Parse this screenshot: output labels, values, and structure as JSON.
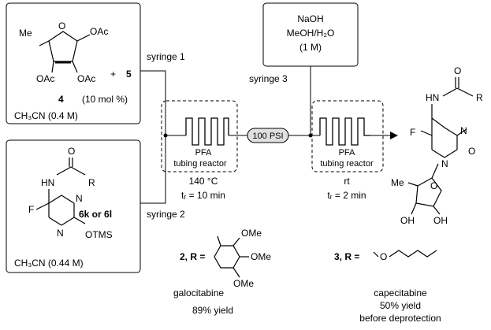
{
  "reagents_top": {
    "me": "Me",
    "oac1": "OAc",
    "oac2": "OAc",
    "oac3": "OAc",
    "plus": "+",
    "cpd5": "5",
    "cpd4": "4",
    "cat_loading": "(10 mol %)",
    "solvent": "CH₃CN (0.4 M)"
  },
  "reagents_bottom": {
    "o": "O",
    "hn": "HN",
    "r": "R",
    "f": "F",
    "n1": "N",
    "n2": "N",
    "cpd": "6k or 6l",
    "otms": "OTMS",
    "solvent": "CH₃CN (0.44 M)"
  },
  "base": {
    "line1": "NaOH",
    "line2": "MeOH/H₂O",
    "line3": "(1 M)"
  },
  "syringes": {
    "s1": "syringe 1",
    "s2": "syringe 2",
    "s3": "syringe 3"
  },
  "reactor1": {
    "line1": "PFA",
    "line2": "tubing reactor",
    "temp": "140 °C",
    "time": "tᵣ = 10 min"
  },
  "bpr": {
    "label": "100 PSI"
  },
  "reactor2": {
    "line1": "PFA",
    "line2": "tubing reactor",
    "temp": "rt",
    "time": "tᵣ = 2 min"
  },
  "product": {
    "o_carbonyl": "O",
    "hn": "HN",
    "r": "R",
    "f": "F",
    "n3": "N",
    "n1": "N",
    "o2": "O",
    "me": "Me",
    "o_ring": "O",
    "oh1": "OH",
    "oh2": "OH"
  },
  "compound2": {
    "label": "2, R =",
    "ome1": "OMe",
    "ome2": "OMe",
    "ome3": "OMe",
    "name": "galocitabine",
    "yield": "89% yield"
  },
  "compound3": {
    "label": "3, R =",
    "o": "O",
    "name": "capecitabine",
    "yield": "50% yield",
    "note": "before deprotection"
  }
}
